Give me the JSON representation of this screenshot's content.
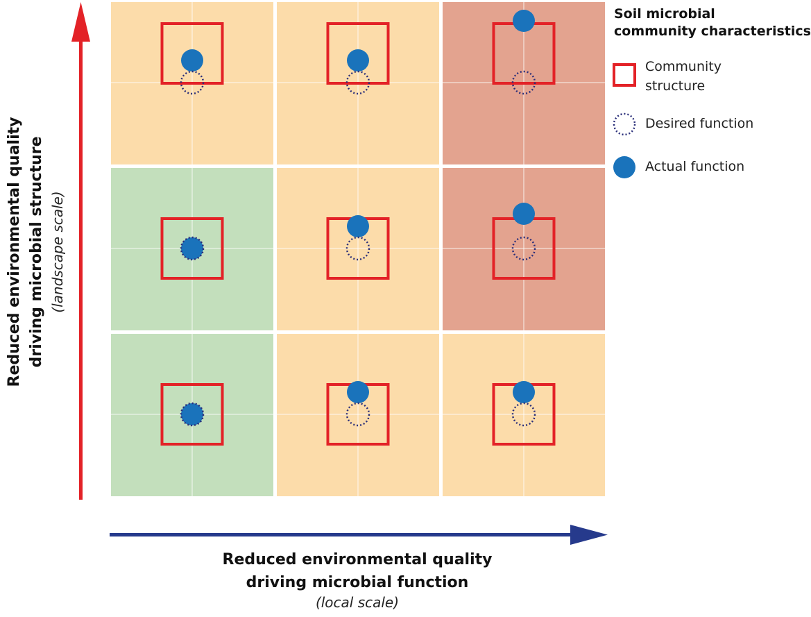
{
  "legend": {
    "title_line1": "Soil microbial",
    "title_line2": "community characteristics",
    "structure_line1": "Community",
    "structure_line2": "structure",
    "desired": "Desired function",
    "actual": "Actual function"
  },
  "axes": {
    "x_title_line1": "Reduced environmental quality",
    "x_title_line2": "driving microbial function",
    "x_subtitle": "(local scale)",
    "y_title_line1": "Reduced environmental quality",
    "y_title_line2": "driving microbial structure",
    "y_subtitle": "(landscape scale)"
  },
  "colors": {
    "green": "#c3dfbc",
    "orange": "#fcdcaa",
    "red": "#e3a38f",
    "square": "#e32227",
    "dot": "#1a73bb",
    "desired_ring": "#2b2f7a",
    "y_arrow": "#e32227",
    "x_arrow": "#263a8c"
  },
  "grid": {
    "note": "rows listed top to bottom, columns left to right",
    "rows": [
      [
        {
          "color": "orange",
          "square_shift": "up",
          "actual_offset": "above"
        },
        {
          "color": "orange",
          "square_shift": "up",
          "actual_offset": "above"
        },
        {
          "color": "red",
          "square_shift": "up",
          "actual_offset": "far-above"
        }
      ],
      [
        {
          "color": "green",
          "square_shift": "none",
          "actual_offset": "same"
        },
        {
          "color": "orange",
          "square_shift": "none",
          "actual_offset": "above"
        },
        {
          "color": "red",
          "square_shift": "none",
          "actual_offset": "far-above"
        }
      ],
      [
        {
          "color": "green",
          "square_shift": "none",
          "actual_offset": "same"
        },
        {
          "color": "orange",
          "square_shift": "none",
          "actual_offset": "above"
        },
        {
          "color": "orange",
          "square_shift": "none",
          "actual_offset": "above"
        }
      ]
    ]
  }
}
